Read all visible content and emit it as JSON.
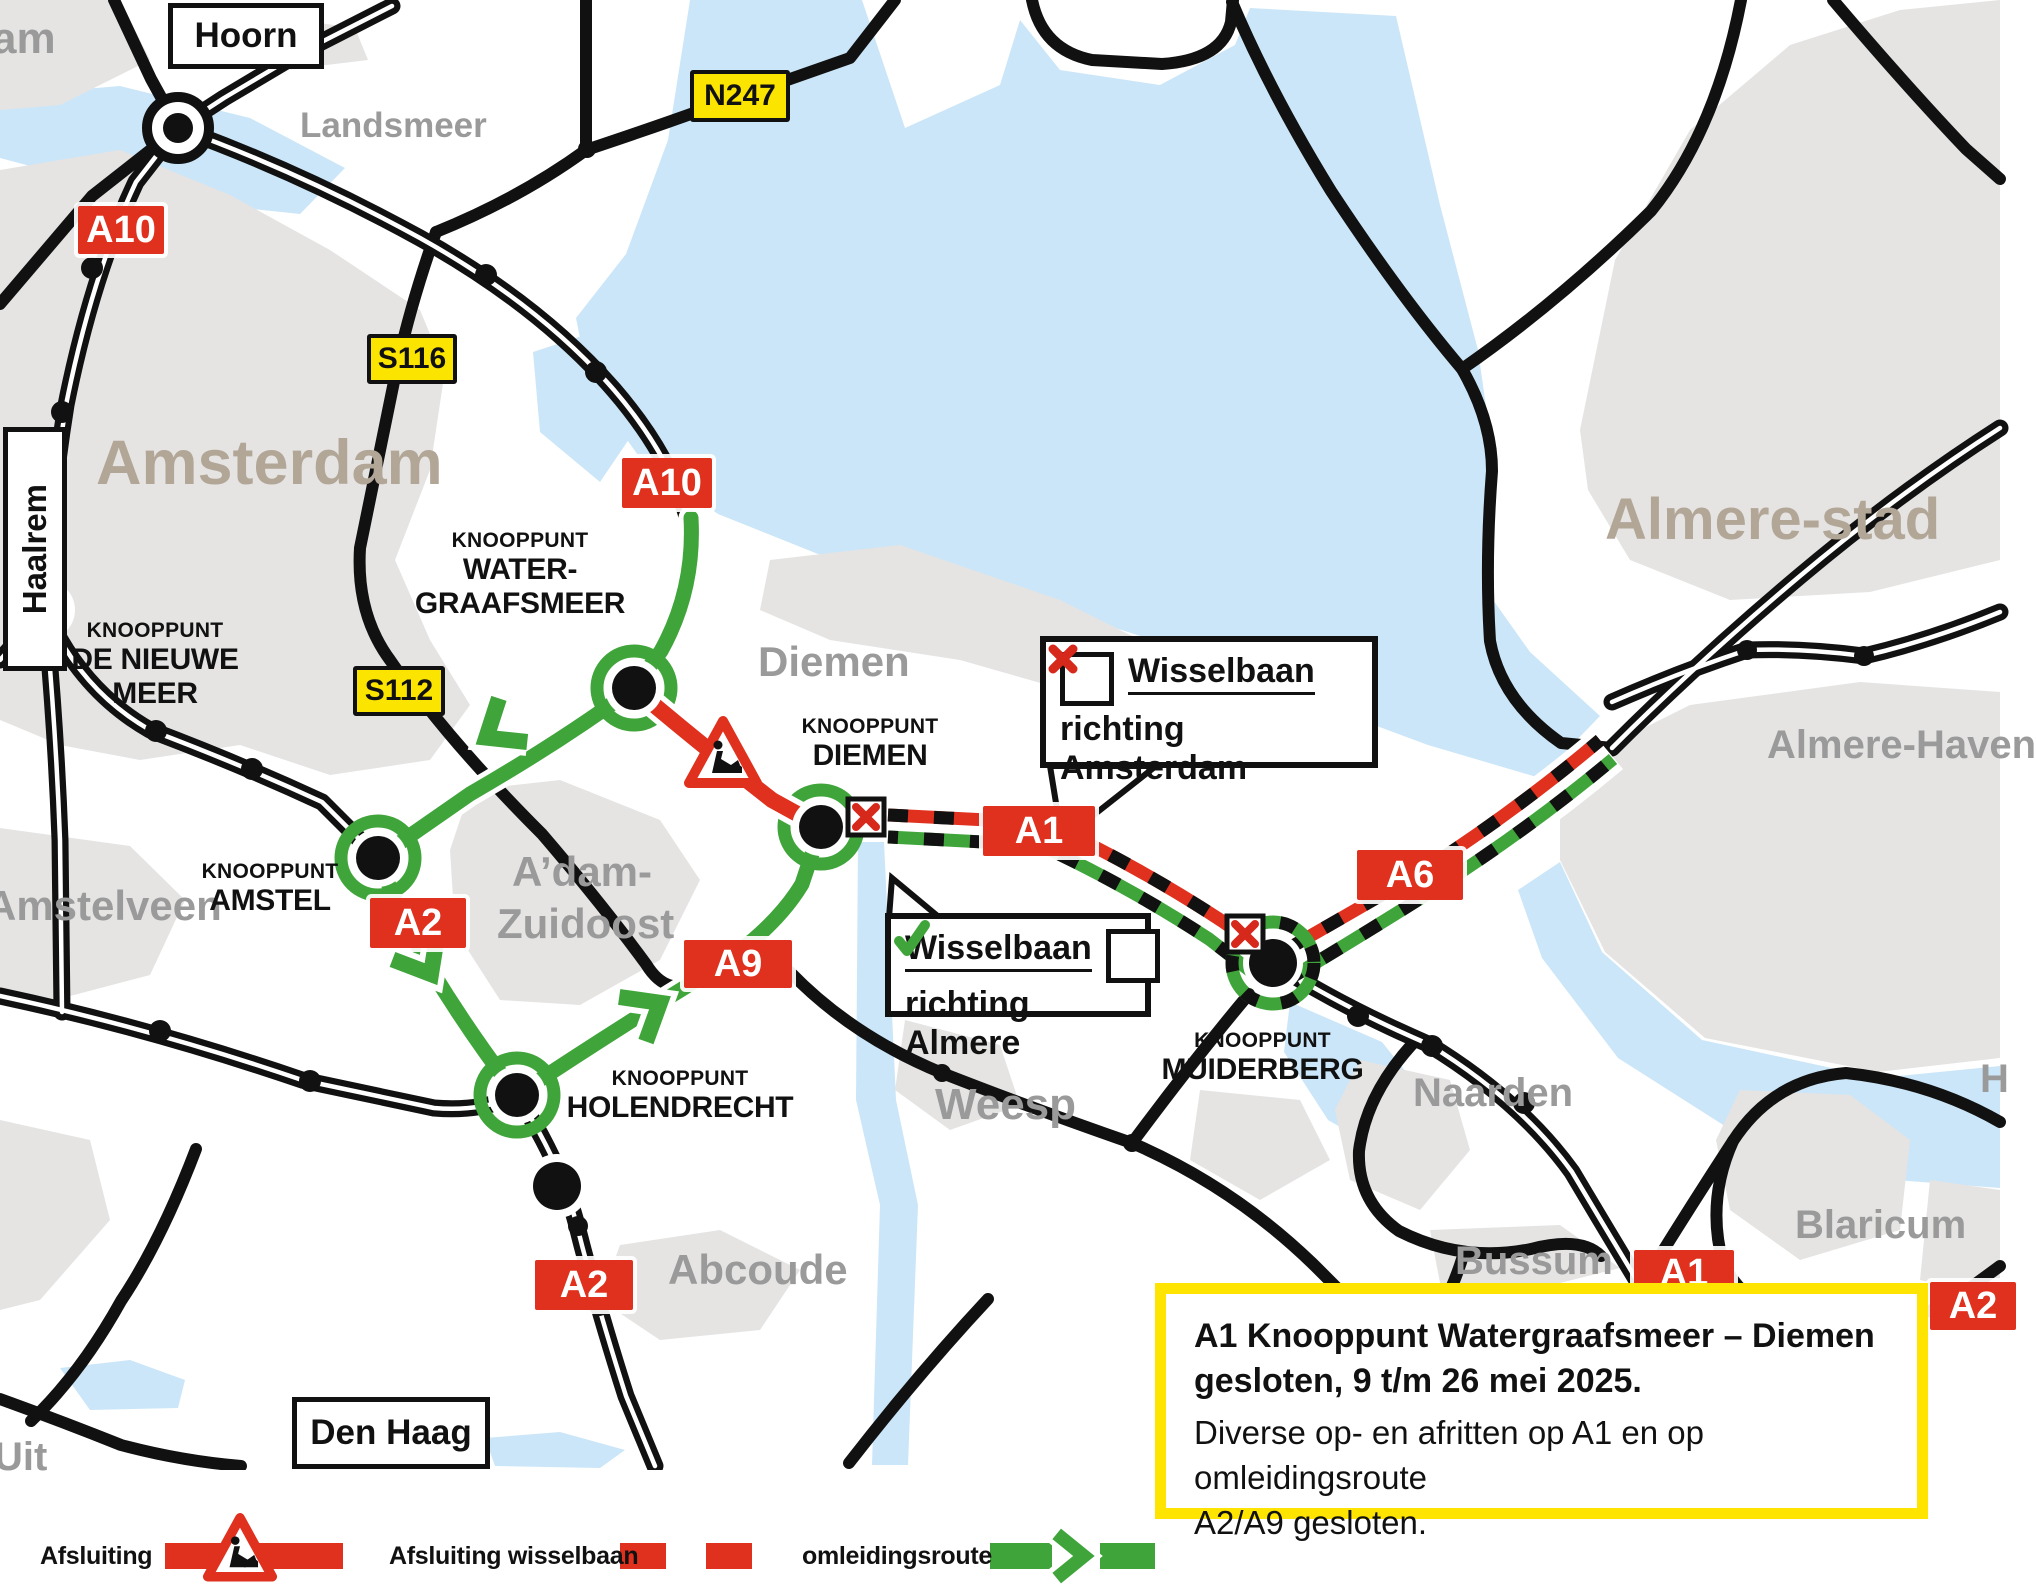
{
  "colors": {
    "closure_red": "#e0301e",
    "route_green": "#3fa53a",
    "badge_yellow": "#fbe400",
    "water_blue": "#cbe6f8",
    "urban_gray": "#e5e4e3",
    "label_gray": "#9a9a9b",
    "label_taupe": "#b2a697",
    "highlight_yellow": "#ffe400"
  },
  "boxes": {
    "hoorn": "Hoorn",
    "den_haag": "Den Haag",
    "haarlem": "Haalrem"
  },
  "partials": {
    "top_left": "am",
    "bottom_left": "Uit",
    "right_edge": "H"
  },
  "places": {
    "amsterdam": "Amsterdam",
    "almere_stad": "Almere-stad",
    "almere_haven": "Almere-Haven",
    "landsmeer": "Landsmeer",
    "diemen": "Diemen",
    "weesp": "Weesp",
    "naarden": "Naarden",
    "bussum": "Bussum",
    "blaricum": "Blaricum",
    "abcoude": "Abcoude",
    "amstelveen": "Amstelveen",
    "zuidoost_l1": "A’dam-",
    "zuidoost_l2": "Zuidoost"
  },
  "junctions": {
    "watergraafsmeer": {
      "l1": "KNOOPPUNT",
      "l2": "WATER-",
      "l3": "GRAAFSMEER"
    },
    "nieuwe_meer": {
      "l1": "KNOOPPUNT",
      "l2": "DE NIEUWE",
      "l3": "MEER"
    },
    "diemen": {
      "l1": "KNOOPPUNT",
      "l2": "DIEMEN"
    },
    "amstel": {
      "l1": "KNOOPPUNT",
      "l2": "AMSTEL"
    },
    "holendrecht": {
      "l1": "KNOOPPUNT",
      "l2": "HOLENDRECHT"
    },
    "muiderberg": {
      "l1": "KNOOPPUNT",
      "l2": "MUIDERBERG"
    }
  },
  "badges": {
    "a10_nw": "A10",
    "a10_east": "A10",
    "n247": "N247",
    "s116": "S116",
    "s112": "S112",
    "a1_diemen": "A1",
    "a1_naarden": "A1",
    "a2_amstel": "A2",
    "a2_abcoude": "A2",
    "a2_edge": "A2",
    "a6": "A6",
    "a9": "A9"
  },
  "callouts": {
    "amsterdam": {
      "title": "Wisselbaan",
      "subtitle": "richting Amsterdam"
    },
    "almere": {
      "title": "Wisselbaan",
      "subtitle": "richting Almere"
    }
  },
  "info_box": {
    "title_l1": "A1 Knooppunt Watergraafsmeer – Diemen",
    "title_l2": "gesloten, 9 t/m 26 mei 2025.",
    "body_l1": "Diverse op- en afritten op A1 en op omleidingsroute",
    "body_l2": "A2/A9 gesloten."
  },
  "legend": {
    "afsluiting": "Afsluiting",
    "afsluiting_wisselbaan": "Afsluiting wisselbaan",
    "omleidingsroute": "omleidingsroute"
  }
}
